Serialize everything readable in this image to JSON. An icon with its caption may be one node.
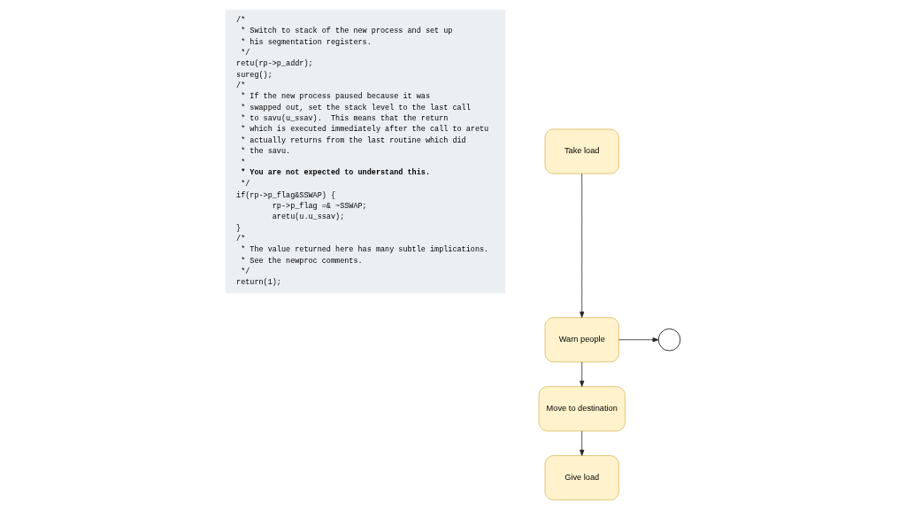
{
  "diagram": {
    "nodes": [
      {
        "text": [
          "/*",
          " * Switch to stack of the new process and set up",
          " * his segmentation registers.",
          " */",
          "retu(rp->p_addr);",
          "sureg();",
          "/*",
          " * If the new process paused because it was",
          " * swapped out, set the stack level to the last call",
          " * to savu(u_ssav).  This means that the return",
          " * which is executed immediately after the call to aretu",
          " * actually returns from the last routine which did",
          " * the savu.",
          " *",
          " * You are not expected to understand this.",
          " */",
          "if(rp->p_flag&SSWAP) {",
          "        rp->p_flag =& ~SSWAP;",
          "        aretu(u.u_ssav);",
          "}",
          "/*",
          " * The value returned here has many subtle implications.",
          " * See the newproc comments.",
          " */",
          "return(1);"
        ]
      },
      {
        "text": [
          "Take load"
        ]
      },
      {
        "text": [
          "Warn people"
        ]
      },
      {
        "text": [
          "Move to destination"
        ]
      },
      {
        "text": [
          "Give load"
        ]
      },
      {
        "text": [],
        "shape": "person"
      }
    ],
    "edges": [
      {
        "from": 1,
        "to": 2,
        "arrow": "to"
      },
      {
        "from": 2,
        "to": 5,
        "arrow": "to"
      },
      {
        "from": 2,
        "to": 3,
        "arrow": "to"
      },
      {
        "from": 3,
        "to": 4,
        "arrow": "to"
      }
    ]
  }
}
